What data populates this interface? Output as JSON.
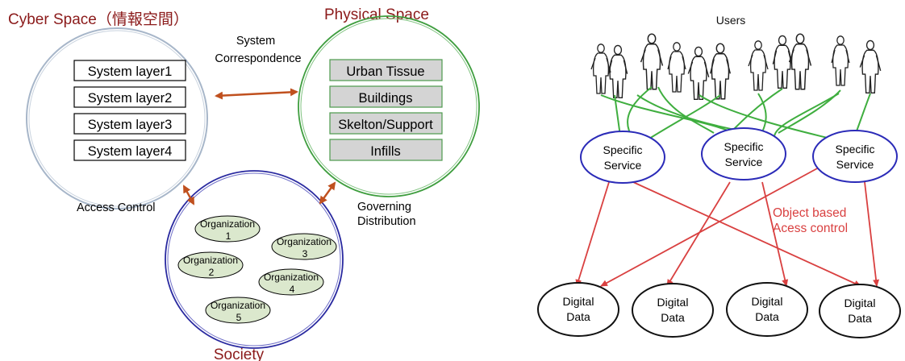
{
  "left_diagram": {
    "cyber_space_title": "Cyber Space（情報空間）",
    "physical_space_title": "Physical Space",
    "society_title": "Society",
    "system_correspondence": [
      "System",
      "Correspondence"
    ],
    "access_control": "Access Control",
    "governing_distribution": [
      "Governing",
      "Distribution"
    ],
    "system_layers": [
      "System layer1",
      "System layer2",
      "System layer3",
      "System layer4"
    ],
    "physical_layers": [
      "Urban Tissue",
      "Buildings",
      "Skelton/Support",
      "Infills"
    ],
    "organizations": [
      {
        "name": "Organization",
        "num": "1"
      },
      {
        "name": "Organization",
        "num": "3"
      },
      {
        "name": "Organization",
        "num": "2"
      },
      {
        "name": "Organization",
        "num": "4"
      },
      {
        "name": "Organization",
        "num": "5"
      }
    ],
    "colors": {
      "title_red": "#8b1a1a",
      "cyber_circle": "#a7b6c9",
      "physical_circle": "#3f9e3f",
      "society_circle": "#2a2aa0",
      "arrow": "#c0501e",
      "org_fill": "#dbe8cd",
      "physical_box_fill": "#d4d4d4",
      "physical_box_border": "#4c9a4c"
    }
  },
  "right_diagram": {
    "users_label": "Users",
    "user_count": 11,
    "services": [
      [
        "Specific",
        "Service"
      ],
      [
        "Specific",
        "Service"
      ],
      [
        "Specific",
        "Service"
      ]
    ],
    "object_based_label": [
      "Object based",
      "Acess control"
    ],
    "digital_data": [
      [
        "Digital",
        "Data"
      ],
      [
        "Digital",
        "Data"
      ],
      [
        "Digital",
        "Data"
      ],
      [
        "Digital",
        "Data"
      ]
    ],
    "colors": {
      "green_link": "#3fae3f",
      "red_link": "#d94040",
      "service_border": "#2b2bb8",
      "label_red": "#d94040"
    }
  }
}
